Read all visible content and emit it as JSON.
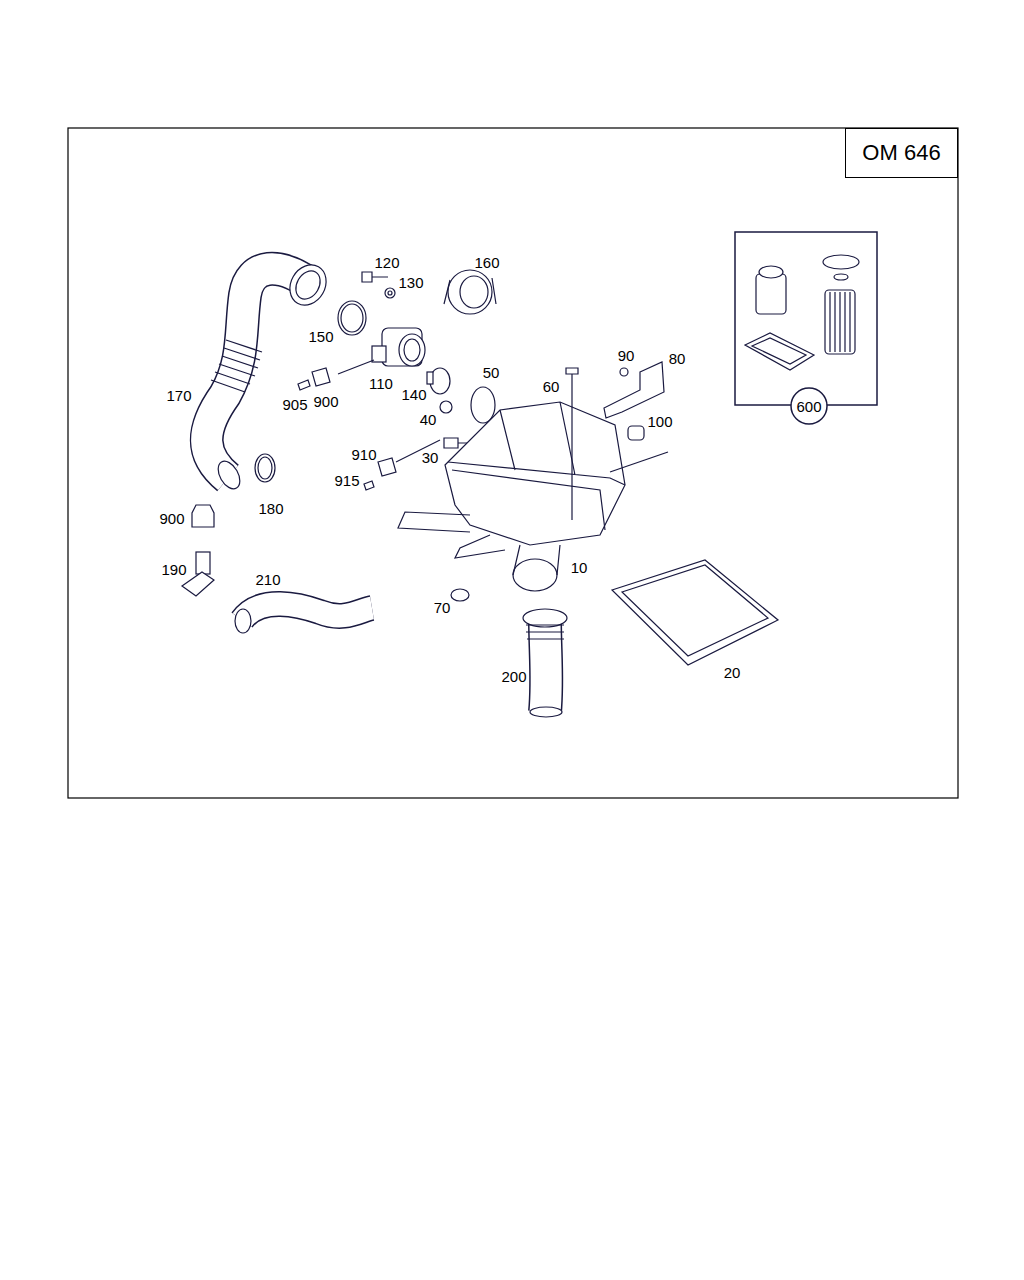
{
  "diagram": {
    "nodes": [
      {
        "text": [
          "OM 646"
        ]
      },
      {
        "text": [
          "600"
        ]
      }
    ],
    "labels": [
      "120",
      "160",
      "130",
      "150",
      "170",
      "110",
      "905",
      "900",
      "140",
      "50",
      "40",
      "90",
      "80",
      "60",
      "100",
      "910",
      "30",
      "915",
      "180",
      "900",
      "190",
      "210",
      "10",
      "70",
      "20",
      "200"
    ]
  }
}
